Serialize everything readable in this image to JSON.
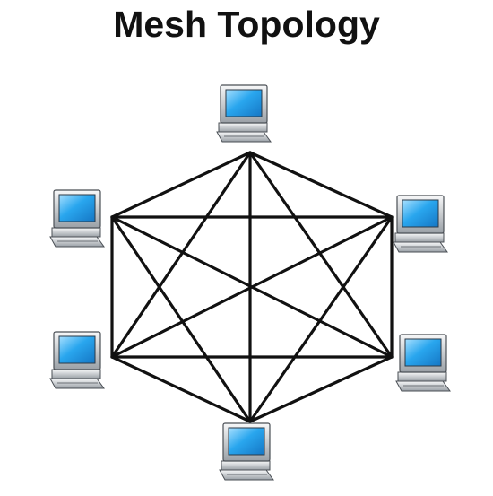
{
  "diagram": {
    "title": "Mesh Topology",
    "topology": "full-mesh",
    "node_count": 6,
    "node_icon": "desktop-computer-icon",
    "colors": {
      "link": "#111111",
      "screen": "#29a6ee",
      "screen_highlight": "#a8e0ff",
      "case": "#e4e6e8",
      "case_shadow": "#9aa0a6",
      "outline": "#4a4f55"
    }
  }
}
